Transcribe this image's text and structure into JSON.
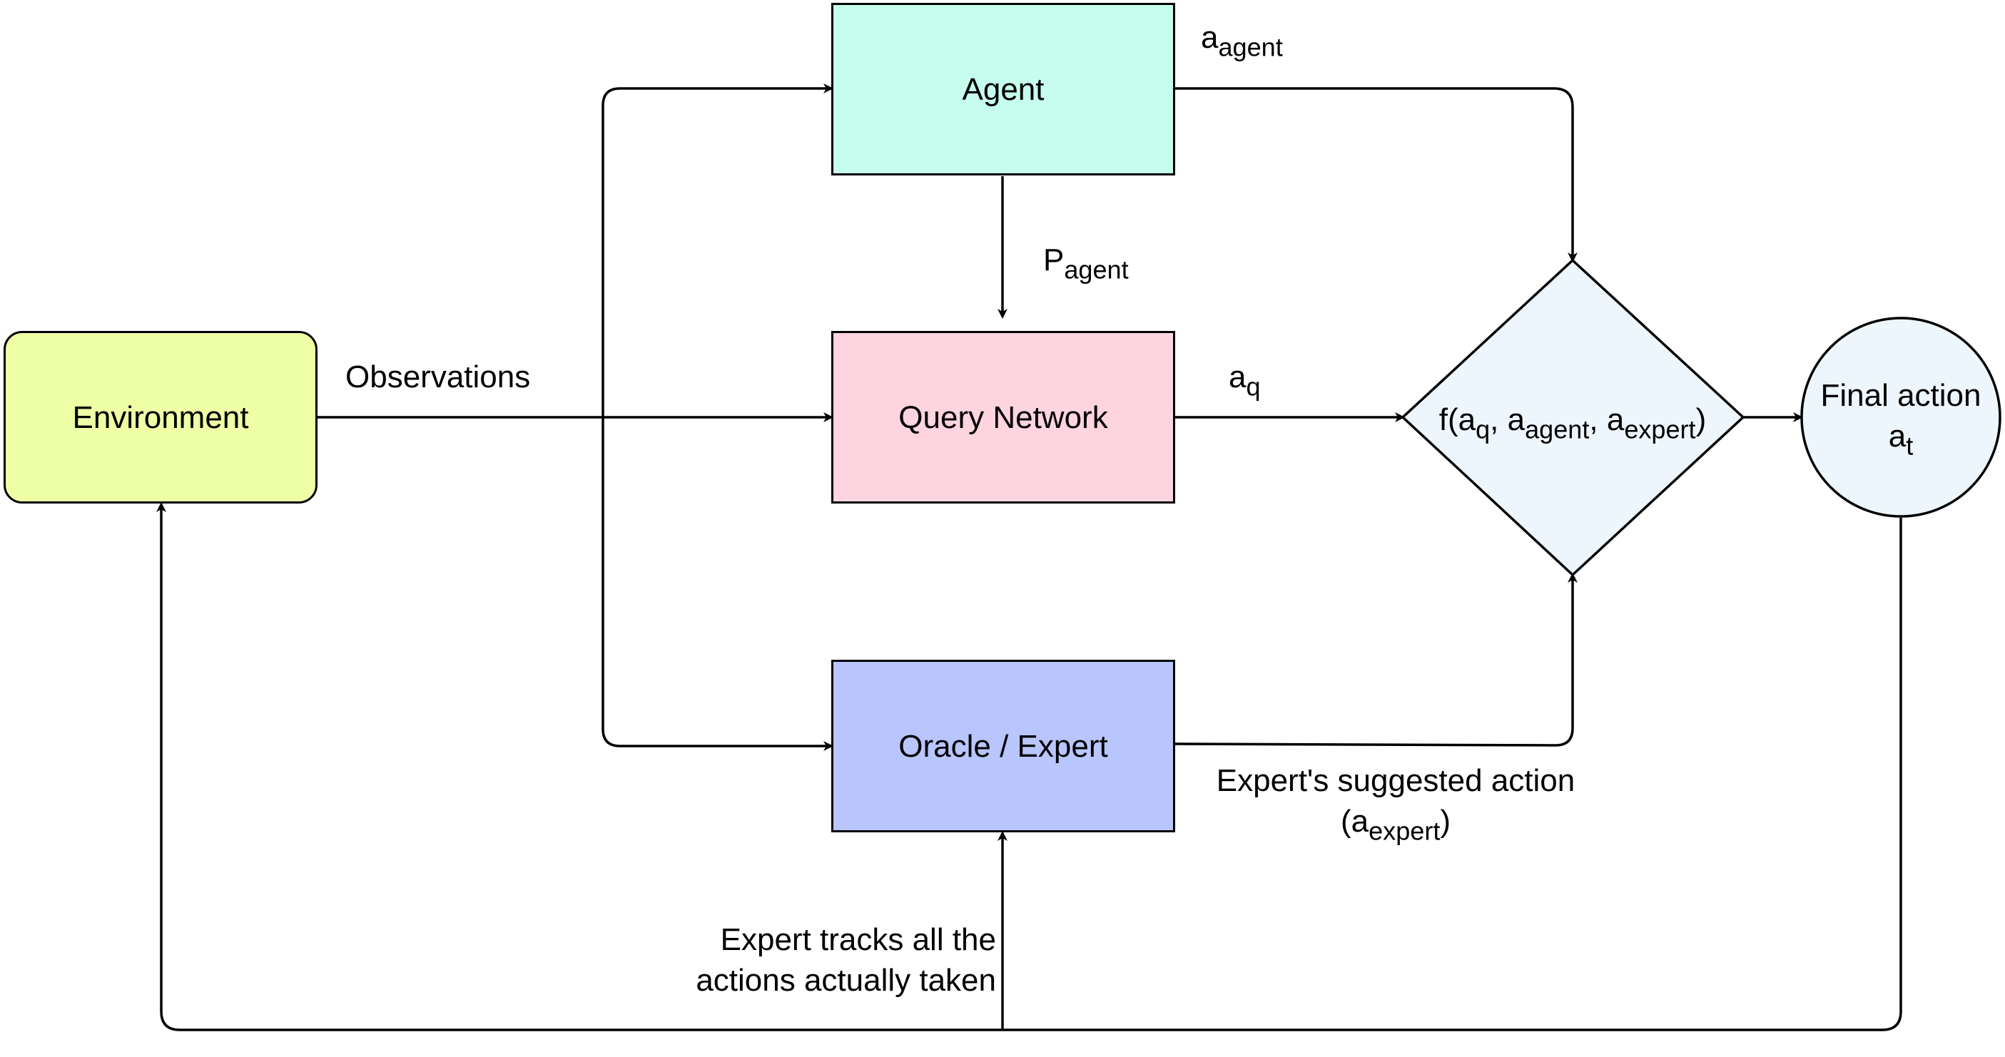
{
  "colors": {
    "environment": "#eeffa6",
    "agent": "#c6fdec",
    "query_network": "#fdd4df",
    "oracle": "#b9c6fe",
    "decision": "#eef6fd",
    "final": "#eef6fd",
    "stroke": "#000000"
  },
  "nodes": {
    "environment": "Environment",
    "agent": "Agent",
    "query_network": "Query Network",
    "oracle": "Oracle / Expert",
    "decision": {
      "prefix": "f(a",
      "q": "q",
      "sep1": ", a",
      "agent": "agent",
      "sep2": ", a",
      "expert": "expert",
      "suffix": ")"
    },
    "final": {
      "line1": "Final action",
      "a": "a",
      "t": "t"
    }
  },
  "labels": {
    "observations": "Observations",
    "a_agent": {
      "base": "a",
      "sub": "agent"
    },
    "p_agent": {
      "base": "P",
      "sub": "agent"
    },
    "a_q": {
      "base": "a",
      "sub": "q"
    },
    "expert_suggested": {
      "line1": "Expert's suggested action",
      "open": "(a",
      "sub": "expert",
      "close": ")"
    },
    "expert_tracks": {
      "line1": "Expert tracks all the",
      "line2": "actions actually taken"
    }
  }
}
